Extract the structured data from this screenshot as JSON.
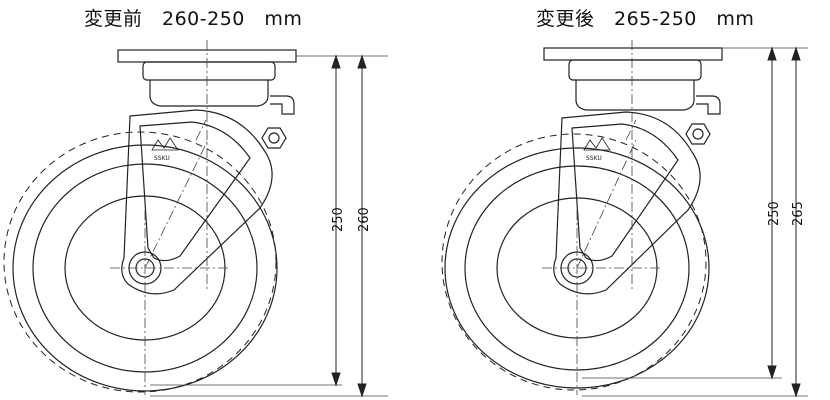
{
  "before": {
    "title": "変更前　260-250　mm",
    "dim_inner": "250",
    "dim_outer": "260",
    "logo": "SSKU"
  },
  "after": {
    "title": "変更後　265-250　mm",
    "dim_inner": "250",
    "dim_outer": "265",
    "logo": "SSKU"
  }
}
